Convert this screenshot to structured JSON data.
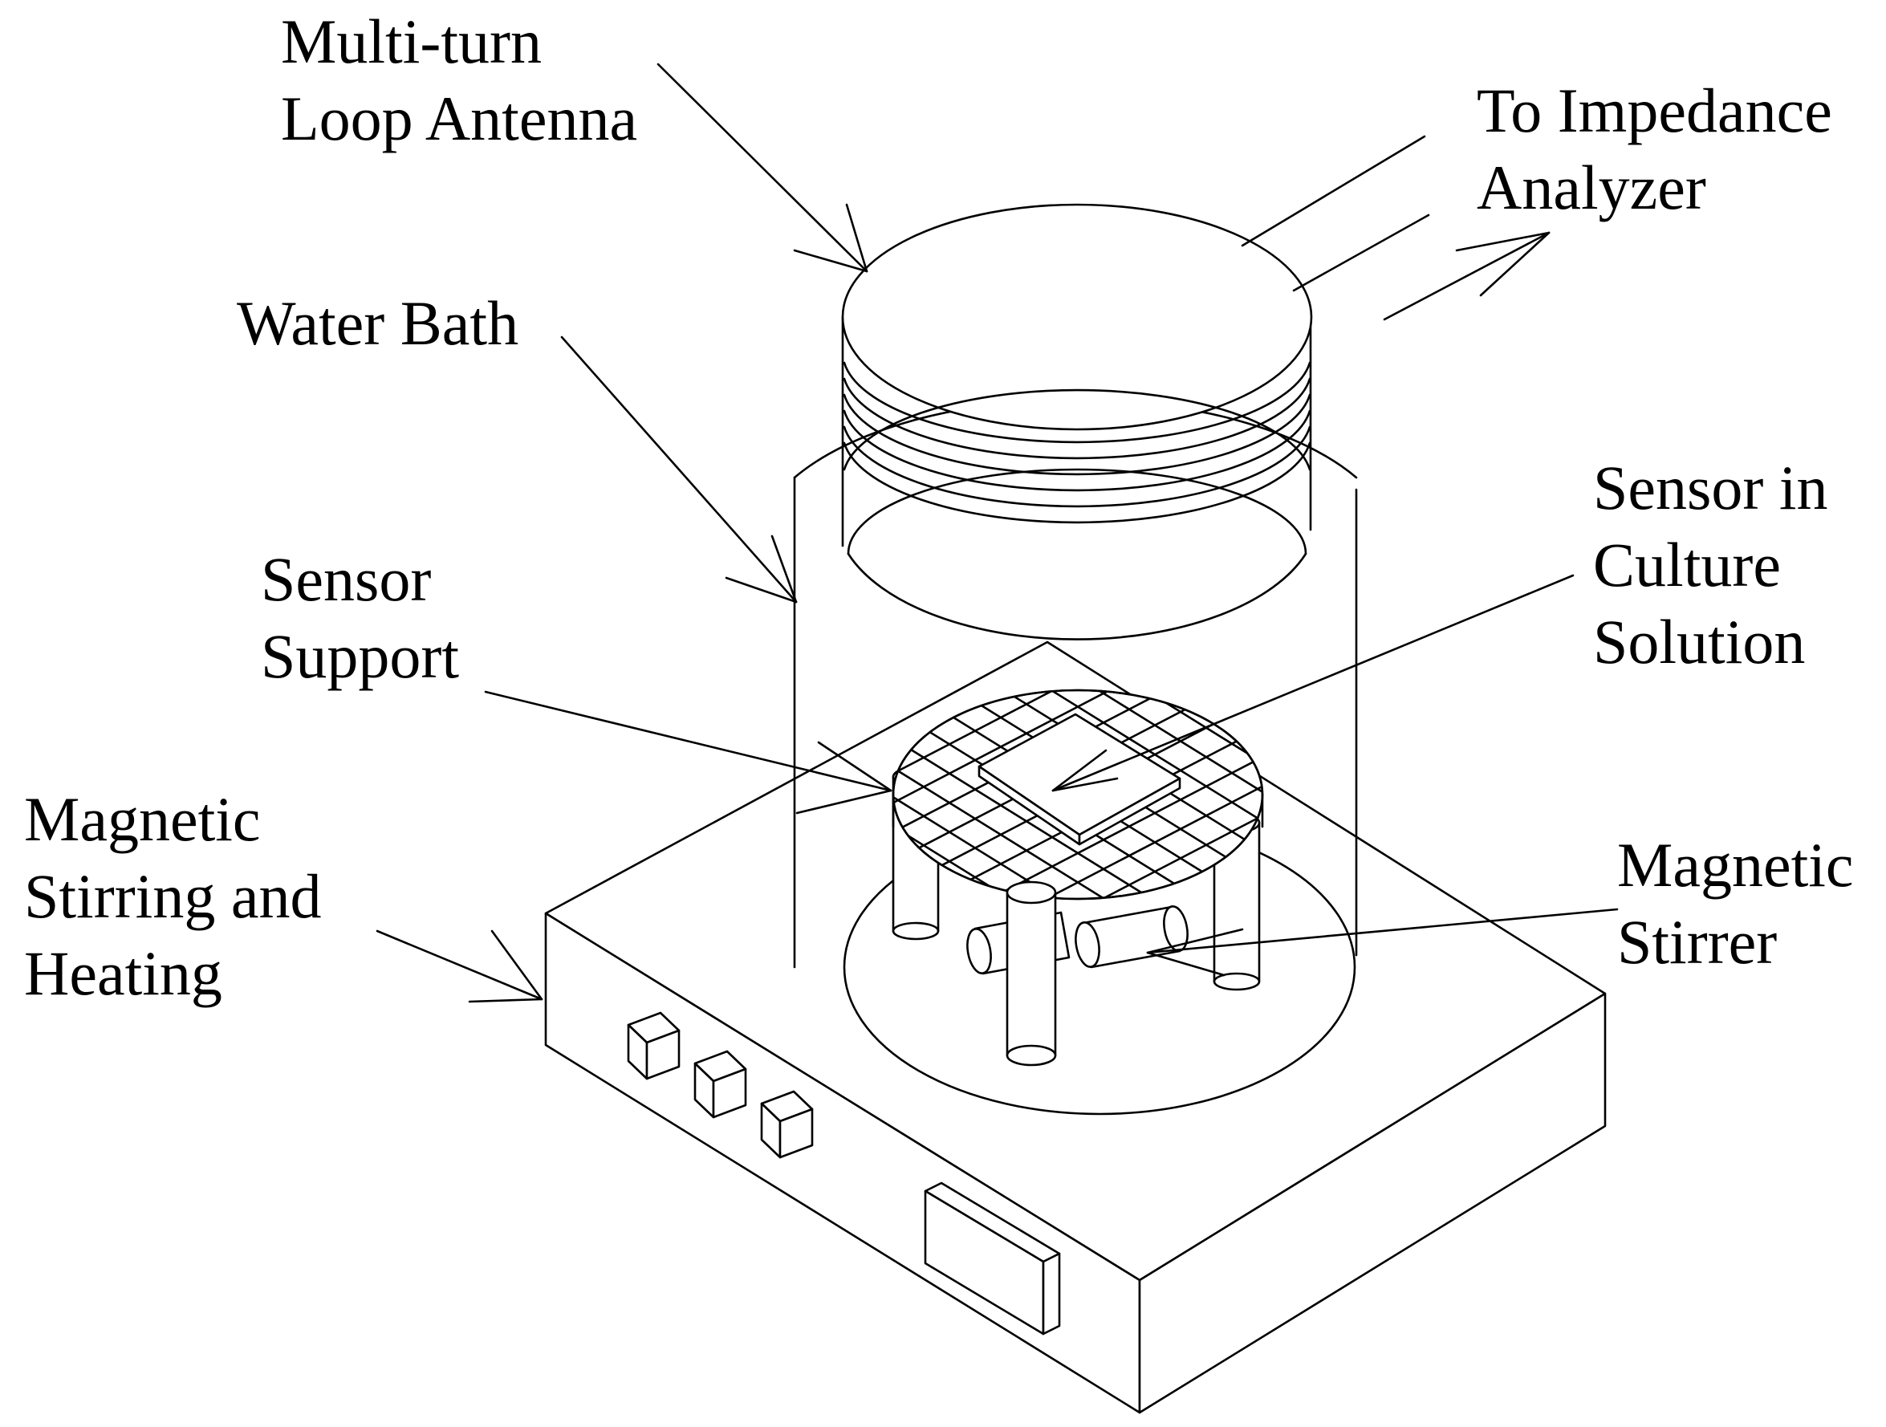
{
  "labels": {
    "antenna": [
      "Multi-turn",
      "Loop Antenna"
    ],
    "analyzer": [
      "To Impedance",
      "Analyzer"
    ],
    "water_bath": [
      "Water Bath"
    ],
    "sensor_in": [
      "Sensor in",
      "Culture",
      "Solution"
    ],
    "sensor_support": [
      "Sensor",
      "Support"
    ],
    "mag_heat": [
      "Magnetic",
      "Stirring and",
      "Heating"
    ],
    "mag_stirrer": [
      "Magnetic",
      "Stirrer"
    ]
  },
  "colors": {
    "line": "#000000",
    "background": "#ffffff"
  }
}
